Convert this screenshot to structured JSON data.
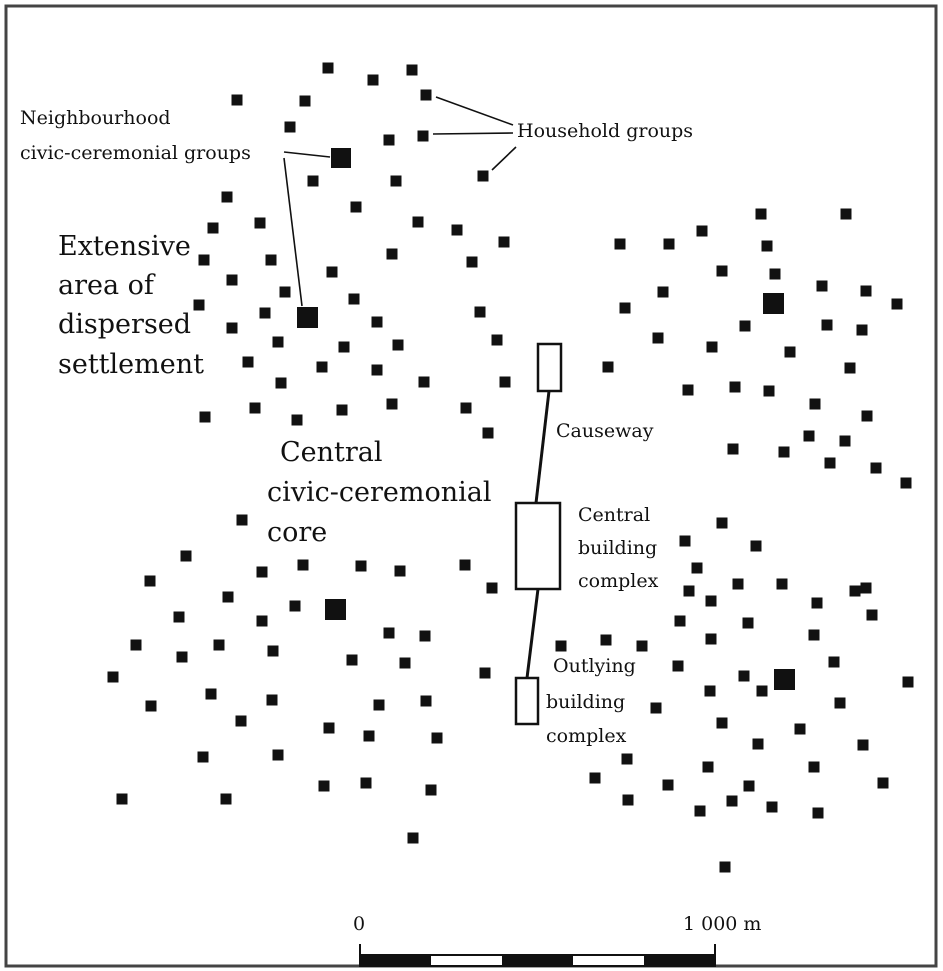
{
  "labels": {
    "neighbourhood": [
      "Neighbourhood",
      "civic-ceremonial groups"
    ],
    "household": "Household groups",
    "extensive": [
      "Extensive",
      "area of",
      "dispersed",
      "settlement"
    ],
    "central_core": [
      "Central",
      "civic-ceremonial",
      "core"
    ],
    "causeway": "Causeway",
    "central_building": [
      "Central",
      "building",
      "complex"
    ],
    "outlying_building": [
      "Outlying",
      "building",
      "complex"
    ]
  },
  "scale": {
    "start_label": "0",
    "end_label": "1 000 m"
  },
  "colors": {
    "ink": "#111111",
    "paper": "#ffffff",
    "frame": "#444444"
  }
}
